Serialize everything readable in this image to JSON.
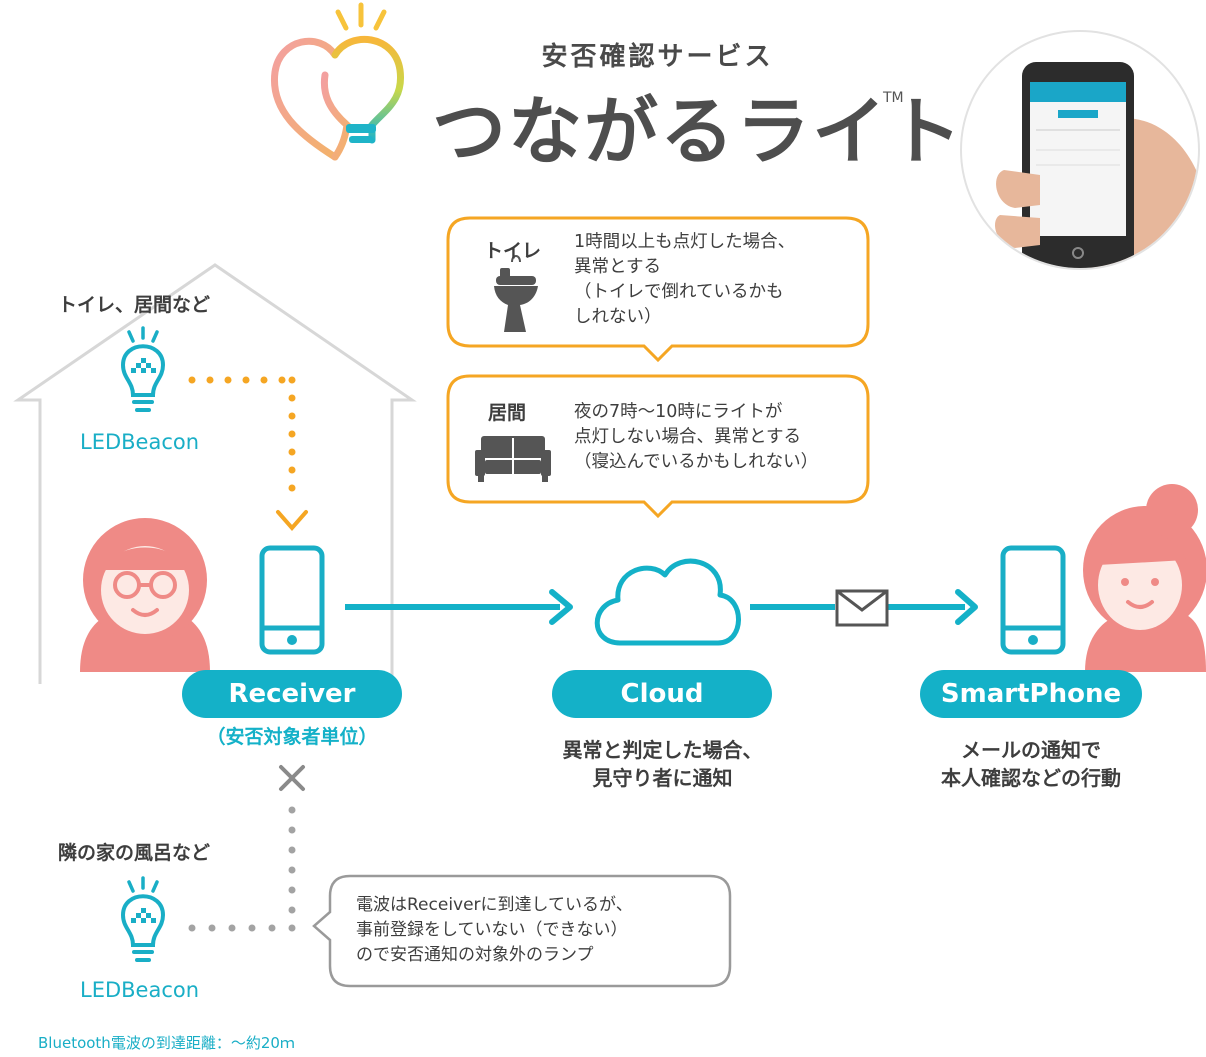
{
  "header": {
    "subtitle": "安否確認サービス",
    "brand": "つながるライト",
    "trademark": "TM"
  },
  "home": {
    "room_label": "トイレ、居間など",
    "beacon_label": "LEDBeacon"
  },
  "neighbor": {
    "room_label": "隣の家の風呂など",
    "beacon_label": "LEDBeacon"
  },
  "nodes": {
    "receiver": {
      "label": "Receiver",
      "sub": "（安否対象者単位）"
    },
    "cloud": {
      "label": "Cloud",
      "caption_lines": [
        "異常と判定した場合、",
        "見守り者に通知"
      ]
    },
    "smartphone": {
      "label": "SmartPhone",
      "caption_lines": [
        "メールの通知で",
        "本人確認などの行動"
      ]
    }
  },
  "bubbles": {
    "toilet": {
      "title": "トイレ",
      "lines": [
        "1時間以上も点灯した場合、",
        "異常とする",
        "（トイレで倒れているかも",
        "しれない）"
      ]
    },
    "living": {
      "title": "居間",
      "lines": [
        "夜の7時〜10時にライトが",
        "点灯しない場合、異常とする",
        "（寝込んでいるかもしれない）"
      ]
    }
  },
  "note": {
    "lines": [
      "電波はReceiverに到達しているが、",
      "事前登録をしていない（できない）",
      "ので安否通知の対象外のランプ"
    ]
  },
  "footnote": "Bluetooth電波の到達距離：〜約20ｍ",
  "colors": {
    "accent_blue": "#14b1c8",
    "orange": "#f5a623",
    "person_pink": "#ef8a86",
    "gray": "#9a9a9a"
  },
  "icons": [
    "heart-bulb-logo-icon",
    "hand-phone-photo-icon",
    "toilet-icon",
    "sofa-icon",
    "led-bulb-icon",
    "phone-icon",
    "cloud-icon",
    "mail-icon",
    "cross-icon",
    "grandmother-icon",
    "woman-icon"
  ]
}
